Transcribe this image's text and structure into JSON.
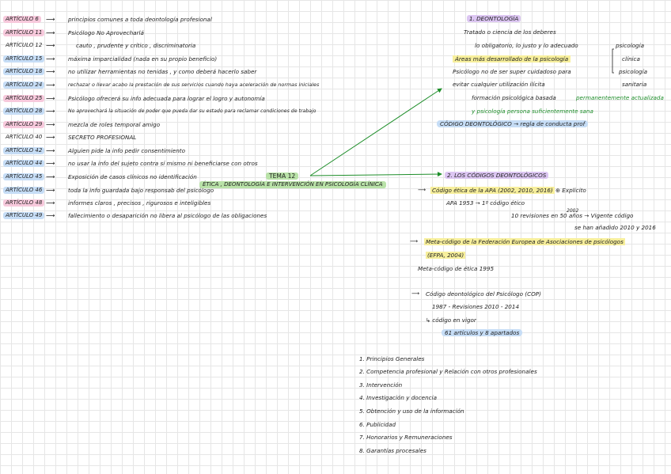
{
  "colors": {
    "pink_highlight": "#f7c9dc",
    "blue_highlight": "#c6ddf6",
    "purple_highlight": "#dcc6f2",
    "yellow_highlight": "#f7ef9c",
    "green_highlight": "#b9e2a8",
    "green_ink": "#1e8e2a"
  },
  "articles": [
    {
      "label": "ARTÍCULO 6",
      "text": "principios comunes a toda deontología profesional"
    },
    {
      "label": "ARTÍCULO 11",
      "text": "Psicólogo  No  Aprovecharlá"
    },
    {
      "label": "ARTÍCULO 12",
      "text": "cauto , prudente y crítico , discriminatoria"
    },
    {
      "label": "ARTÍCULO 15",
      "text": "máxima imparcialidad  (nada en su propio beneficio)"
    },
    {
      "label": "ARTÍCULO 18",
      "text": "no utilizar herramientas no tenidas , y como deberá hacerlo saber"
    },
    {
      "label": "ARTÍCULO 24",
      "text": "rechazar o llevar acabo la prestación de sus servicios cuando haya aceleración de normas iniciales"
    },
    {
      "label": "ARTÍCULO 25",
      "text": "Psicólogo ofrecerá su info adecuada para lograr el logro y autonomía"
    },
    {
      "label": "ARTÍCULO 28",
      "text": "No aprovechará la situación de poder que pueda dar su estado para reclamar condiciones de trabajo"
    },
    {
      "label": "ARTÍCULO 29",
      "text": "mezcla de roles temporal amigo"
    },
    {
      "label": "ARTÍCULO 40",
      "text": "SECRETO PROFESIONAL"
    },
    {
      "label": "ARTÍCULO 42",
      "text": "Alguien pide la info pedir consentimiento"
    },
    {
      "label": "ARTÍCULO 44",
      "text": "no usar la info del sujeto contra sí mismo ni beneficiarse con otros"
    },
    {
      "label": "ARTÍCULO 45",
      "text": "Exposición de casos clínicos no identificación"
    },
    {
      "label": "ARTÍCULO 46",
      "text": "toda la info guardada bajo responsab del psicólogo"
    },
    {
      "label": "ARTÍCULO 48",
      "text": "informes claros , precisos , rigurosos e inteligibles"
    },
    {
      "label": "ARTÍCULO 49",
      "text": "fallecimiento o desaparición no libera al psicólogo de las obligaciones"
    }
  ],
  "center": {
    "tema": "TEMA 12",
    "title": "ÉTICA , DEONTOLOGÍA E INTERVENCIÓN EN PSICOLOGÍA CLÍNICA"
  },
  "deontologia": {
    "heading": "1. DEONTOLOGÍA",
    "line1": "Tratado o ciencia de los deberes",
    "line2": "lo obligatorio, lo justo y lo adecuado",
    "line3": "Áreas más desarrollado de la psicología",
    "line4": "Psicólogo no de ser super cuidadoso para",
    "line5": "evitar cualquier utilización ilícita",
    "line6a": "formación psicológica basada",
    "line6b": "permanentemente actualizada",
    "line7": "y psicología persona suficientemente sana",
    "line8": "CÓDIGO DEONTOLÓGICO → regla de conducta prof",
    "branch1": "psicología",
    "branch2": "clínica",
    "branch3": "psicología",
    "branch4": "sanitaria"
  },
  "codigos": {
    "heading": "2. LOS CÓDIGOS DEONTOLÓGICOS",
    "apa": "Código ética de la APA (2002, 2010, 2016)",
    "explico": "⊕ Explicito",
    "apa1953": "APA 1953 → 1º código ético",
    "revisiones": "10 revisiones en 50 años → Vigente código",
    "vigente_year": "2002",
    "anadido": "se han añadido 2010 y 2016",
    "efpa1": "Meta-código de la Federación Europea de Asociaciones de psicólogos",
    "efpa2": "(EFPA, 2004)",
    "meta": "Meta-código de ética 1995",
    "cop1": "Código deontológico del Psicólogo (COP)",
    "cop2": "1987 - Revisiones 2010 - 2014",
    "cop3": "↳ código en vigor",
    "cop4": "61 artículos y 8 apartados"
  },
  "apartados": [
    "1. Principios Generales",
    "2. Competencia profesional y Relación con otros profesionales",
    "3. Intervención",
    "4. Investigación y docencia",
    "5. Obtención y uso de la información",
    "6. Publicidad",
    "7. Honorarios y Remuneraciones",
    "8. Garantías procesales"
  ]
}
